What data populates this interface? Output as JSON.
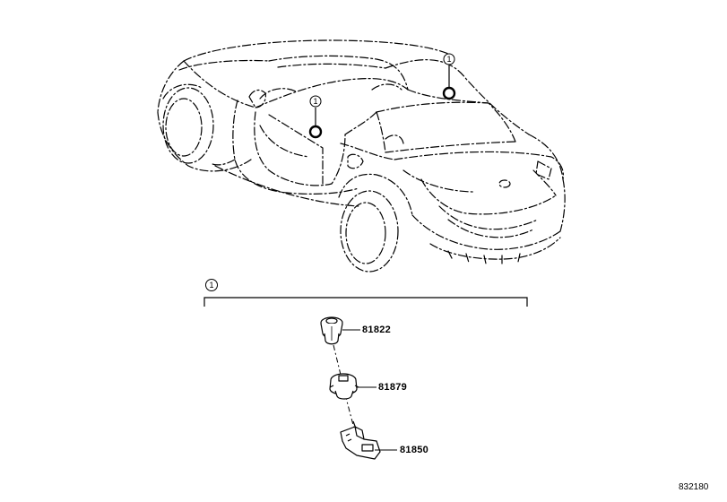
{
  "callouts": {
    "marker_label": "1",
    "group_label": "1"
  },
  "parts": [
    {
      "number": "81822"
    },
    {
      "number": "81879"
    },
    {
      "number": "81850"
    }
  ],
  "illustration_ref": "832180"
}
